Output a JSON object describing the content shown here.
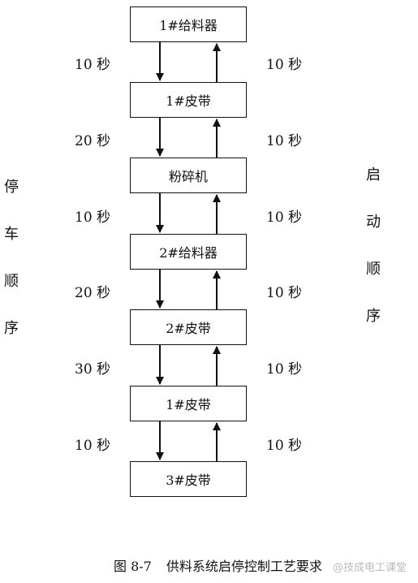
{
  "boxes": [
    "1#给料器",
    "1#皮带",
    "粉碎机",
    "2#给料器",
    "2#皮带",
    "1#皮带",
    "3#皮带"
  ],
  "stop_delays": [
    "10 秒",
    "20 秒",
    "10 秒",
    "20 秒",
    "30 秒",
    "10 秒"
  ],
  "start_delays": [
    "10 秒",
    "10 秒",
    "10 秒",
    "10 秒",
    "10 秒",
    "10 秒"
  ],
  "stop_label": "停车顺序",
  "start_label": "启动顺序",
  "caption": {
    "number": "图 8-7",
    "text": "供料系统启停控制工艺要求"
  },
  "watermark": "@技成电工课堂"
}
